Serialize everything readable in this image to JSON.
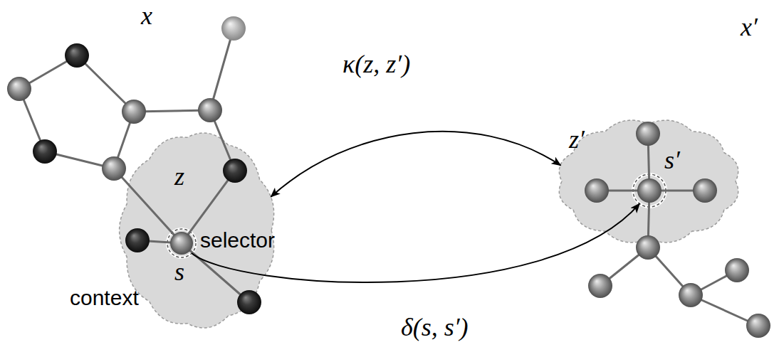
{
  "diagram": {
    "nodes": [
      {
        "text": [
          "z"
        ]
      },
      {
        "text": [
          "selector",
          "s"
        ],
        "in": 0
      },
      {
        "text": [
          "z′"
        ]
      },
      {
        "text": [
          "s′"
        ],
        "in": 2
      }
    ],
    "edges": [
      {
        "from": 2,
        "to": 0,
        "arrow": "both",
        "label": "κ(z, z′)"
      },
      {
        "from": 1,
        "to": 3,
        "arrow": "to",
        "label": "δ(s, s′)"
      }
    ],
    "labels": [
      "x",
      "x′",
      "context"
    ]
  }
}
